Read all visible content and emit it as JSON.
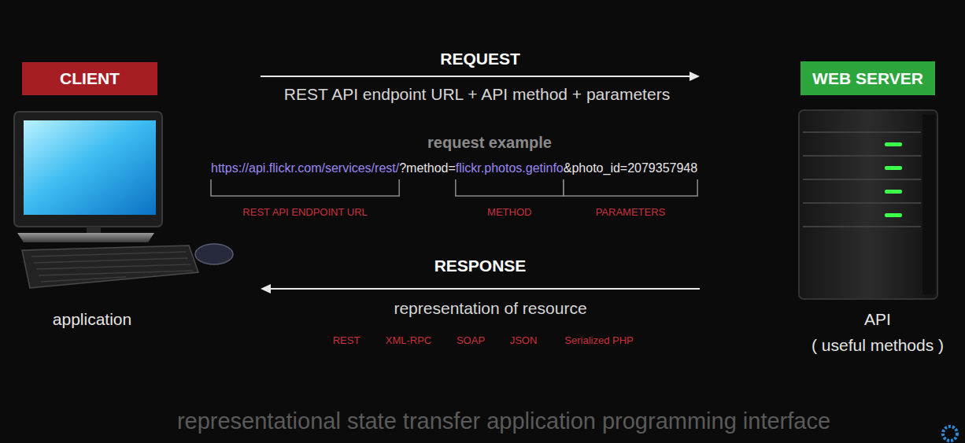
{
  "diagram": {
    "caption": "representational state transfer application programming interface",
    "nodes": [
      {
        "text": [
          "CLIENT",
          "application"
        ]
      },
      {
        "text": [
          "WEB SERVER",
          "API",
          "( useful methods )"
        ]
      }
    ],
    "edges": [
      {
        "from": 0,
        "to": 1,
        "arrow": "to",
        "label": "REQUEST"
      },
      {
        "from": 1,
        "to": 0,
        "arrow": "to",
        "label": "RESPONSE"
      }
    ],
    "labels": [
      "REST API endpoint URL + API method + parameters",
      "request example",
      "https://api.flickr.com/services/rest/",
      "?method=",
      "flickr.photos.getinfo",
      "&photo_id=2079357948",
      "REST API ENDPOINT URL",
      "METHOD",
      "PARAMETERS",
      "representation of resource",
      "REST",
      "XML-RPC",
      "SOAP",
      "JSON",
      "Serialized PHP"
    ]
  }
}
